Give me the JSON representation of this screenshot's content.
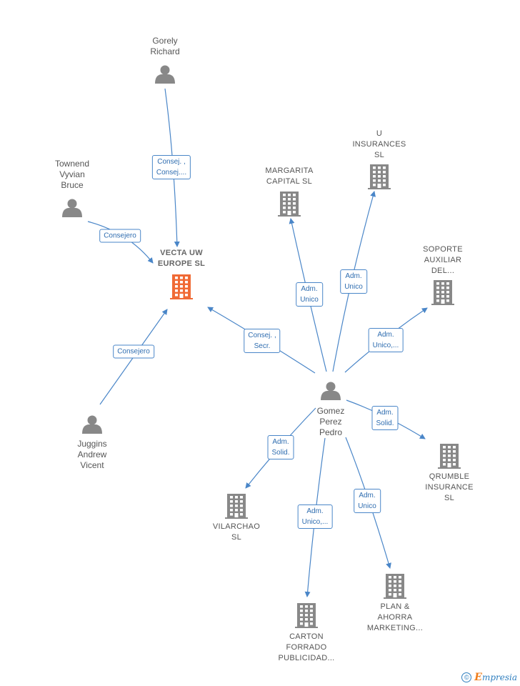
{
  "colors": {
    "edge": "#4a86c8",
    "person": "#888888",
    "company": "#888888",
    "focus": "#f06a35"
  },
  "nodes": [
    {
      "id": "gorely",
      "type": "person",
      "label": [
        "Gorely",
        "Richard"
      ]
    },
    {
      "id": "townend",
      "type": "person",
      "label": [
        "Townend",
        "Vyvian",
        "Bruce"
      ]
    },
    {
      "id": "juggins",
      "type": "person",
      "label": [
        "Juggins",
        "Andrew",
        "Vicent"
      ]
    },
    {
      "id": "gomez",
      "type": "person",
      "label": [
        "Gomez",
        "Perez",
        "Pedro"
      ]
    },
    {
      "id": "vecta",
      "type": "focus",
      "label": [
        "VECTA UW",
        "EUROPE  SL"
      ]
    },
    {
      "id": "margarita",
      "type": "company",
      "label": [
        "MARGARITA",
        "CAPITAL  SL"
      ]
    },
    {
      "id": "uins",
      "type": "company",
      "label": [
        "U",
        "INSURANCES",
        "SL"
      ]
    },
    {
      "id": "soporte",
      "type": "company",
      "label": [
        "SOPORTE",
        "AUXILIAR",
        "DEL..."
      ]
    },
    {
      "id": "qrumble",
      "type": "company",
      "label": [
        "QRUMBLE",
        "INSURANCE",
        "SL"
      ]
    },
    {
      "id": "vilarchao",
      "type": "company",
      "label": [
        "VILARCHAO",
        "SL"
      ]
    },
    {
      "id": "carton",
      "type": "company",
      "label": [
        "CARTON",
        "FORRADO",
        "PUBLICIDAD..."
      ]
    },
    {
      "id": "plan",
      "type": "company",
      "label": [
        "PLAN &",
        "AHORRA",
        "MARKETING..."
      ]
    }
  ],
  "edges": [
    {
      "from": "gorely",
      "to": "vecta",
      "label": [
        "Consej. ,",
        "Consej...."
      ]
    },
    {
      "from": "townend",
      "to": "vecta",
      "label": [
        "Consejero"
      ]
    },
    {
      "from": "juggins",
      "to": "vecta",
      "label": [
        "Consejero"
      ]
    },
    {
      "from": "gomez",
      "to": "vecta",
      "label": [
        "Consej. ,",
        "Secr."
      ]
    },
    {
      "from": "gomez",
      "to": "margarita",
      "label": [
        "Adm.",
        "Unico"
      ]
    },
    {
      "from": "gomez",
      "to": "uins",
      "label": [
        "Adm.",
        "Unico"
      ]
    },
    {
      "from": "gomez",
      "to": "soporte",
      "label": [
        "Adm.",
        "Unico,..."
      ]
    },
    {
      "from": "gomez",
      "to": "qrumble",
      "label": [
        "Adm.",
        "Solid."
      ]
    },
    {
      "from": "gomez",
      "to": "vilarchao",
      "label": [
        "Adm.",
        "Solid."
      ]
    },
    {
      "from": "gomez",
      "to": "carton",
      "label": [
        "Adm.",
        "Unico,..."
      ]
    },
    {
      "from": "gomez",
      "to": "plan",
      "label": [
        "Adm.",
        "Unico"
      ]
    }
  ],
  "footer": {
    "copyright": "©",
    "brand_first": "E",
    "brand_rest": "mpresia"
  }
}
